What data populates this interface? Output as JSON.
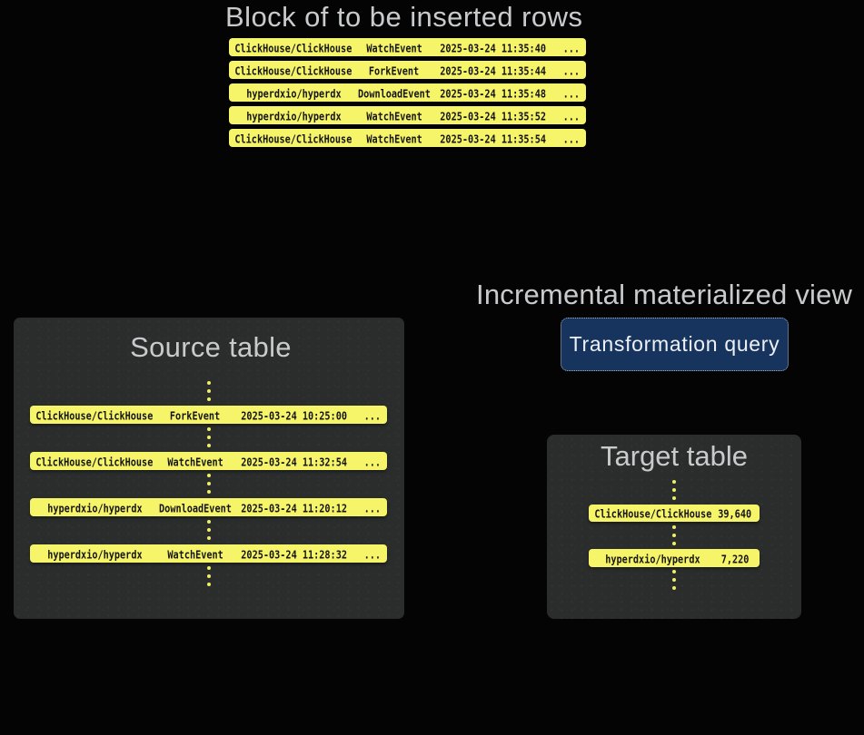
{
  "colors": {
    "background": "#040404",
    "panel_background": "#2a2d2c",
    "row_yellow": "#f6f468",
    "row_text": "#151515",
    "title_gray": "#c9cacc",
    "button_background": "#17345e",
    "button_border": "#a9b0b8",
    "button_text": "#edf0f4",
    "dot_yellow": "#f0ee68"
  },
  "insert_block": {
    "title": "Block of to be inserted rows",
    "rows": [
      {
        "repo": "ClickHouse/ClickHouse",
        "event": "WatchEvent",
        "time": "2025-03-24 11:35:40",
        "more": "..."
      },
      {
        "repo": "ClickHouse/ClickHouse",
        "event": "ForkEvent",
        "time": "2025-03-24 11:35:44",
        "more": "..."
      },
      {
        "repo": "hyperdxio/hyperdx",
        "event": "DownloadEvent",
        "time": "2025-03-24 11:35:48",
        "more": "..."
      },
      {
        "repo": "hyperdxio/hyperdx",
        "event": "WatchEvent",
        "time": "2025-03-24 11:35:52",
        "more": "..."
      },
      {
        "repo": "ClickHouse/ClickHouse",
        "event": "WatchEvent",
        "time": "2025-03-24 11:35:54",
        "more": "..."
      }
    ]
  },
  "source_table": {
    "title": "Source table",
    "rows": [
      {
        "repo": "ClickHouse/ClickHouse",
        "event": "ForkEvent",
        "time": "2025-03-24 10:25:00",
        "more": "..."
      },
      {
        "repo": "ClickHouse/ClickHouse",
        "event": "WatchEvent",
        "time": "2025-03-24 11:32:54",
        "more": "..."
      },
      {
        "repo": "hyperdxio/hyperdx",
        "event": "DownloadEvent",
        "time": "2025-03-24 11:20:12",
        "more": "..."
      },
      {
        "repo": "hyperdxio/hyperdx",
        "event": "WatchEvent",
        "time": "2025-03-24 11:28:32",
        "more": "..."
      }
    ]
  },
  "materialized_view": {
    "title": "Incremental materialized view",
    "button_label": "Transformation query"
  },
  "target_table": {
    "title": "Target table",
    "rows": [
      {
        "repo": "ClickHouse/ClickHouse",
        "count": "39,640"
      },
      {
        "repo": "hyperdxio/hyperdx",
        "count": "7,220"
      }
    ]
  }
}
